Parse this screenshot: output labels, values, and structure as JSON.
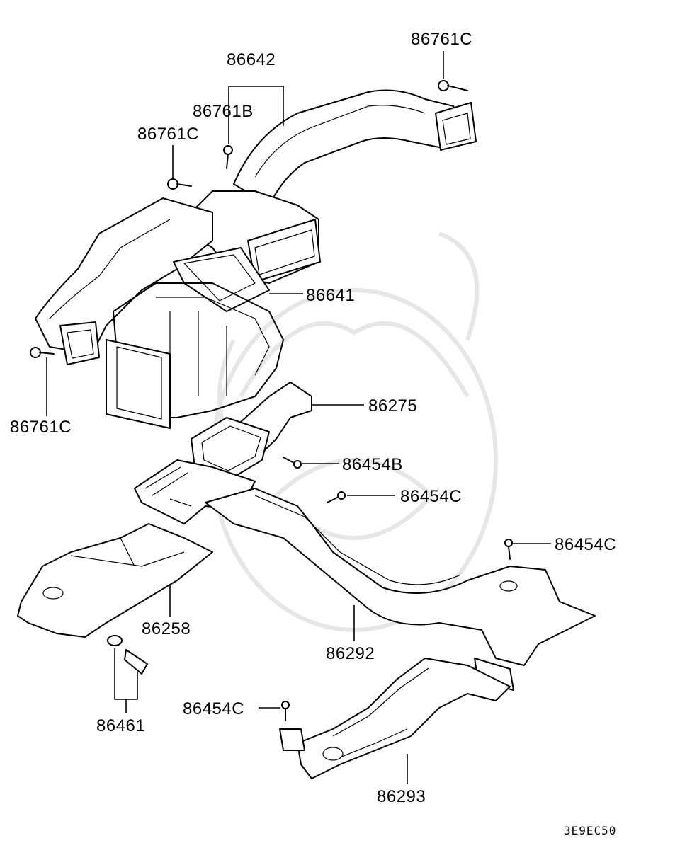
{
  "labels": {
    "p86761C_top": "86761C",
    "p86642": "86642",
    "p86761B": "86761B",
    "p86761C_mid": "86761C",
    "p86641": "86641",
    "p86761C_left": "86761C",
    "p86275": "86275",
    "p86454B": "86454B",
    "p86454C_a": "86454C",
    "p86454C_b": "86454C",
    "p86258": "86258",
    "p86292": "86292",
    "p86461": "86461",
    "p86454C_c": "86454C",
    "p86293": "86293"
  },
  "diagram_code": "3E9EC50"
}
